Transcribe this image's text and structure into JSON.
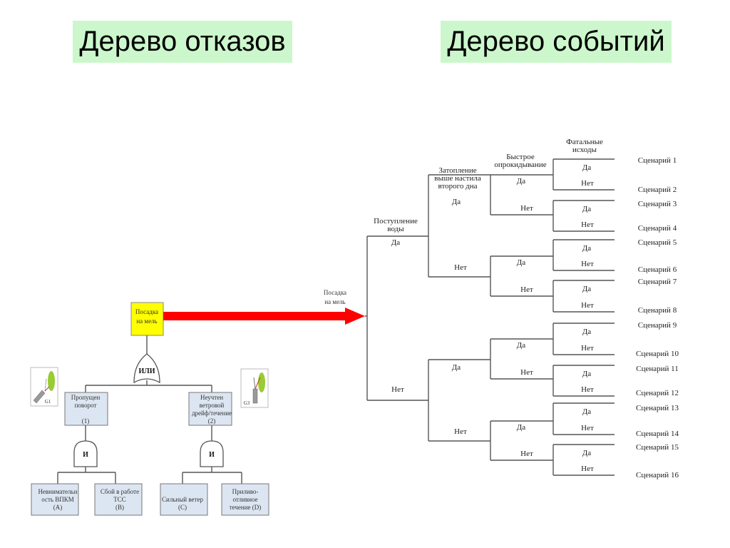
{
  "titles": {
    "fault_tree": "Дерево отказов",
    "event_tree": "Дерево событий"
  },
  "colors": {
    "title_bg": "#ccf7cc",
    "top_event_bg": "#ffff00",
    "arrow": "#ff0000",
    "event_box_bg": "#dce6f2",
    "icon_green": "#99cc33"
  },
  "fault_tree": {
    "top_event": [
      "Посадка",
      "на мель"
    ],
    "or_gate": "ИЛИ",
    "and_gate": "И",
    "intermediate": [
      {
        "lines": [
          "Пропущен",
          "поворот",
          "",
          "(1)"
        ],
        "icon_label": "G1"
      },
      {
        "lines": [
          "Неучтен",
          "ветровой",
          "дрейф/течение",
          "(2)"
        ],
        "icon_label": "G3"
      }
    ],
    "basic_events": [
      {
        "lines": [
          "Невнимательн",
          "ость ВПКМ",
          "(A)"
        ]
      },
      {
        "lines": [
          "Сбой в работе",
          "ТСС",
          "(B)"
        ]
      },
      {
        "lines": [
          "Сильный ветер",
          "(C)"
        ]
      },
      {
        "lines": [
          "Приливо-",
          "отливное",
          "течение (D)"
        ]
      }
    ]
  },
  "event_tree": {
    "initiating_event": [
      "Посадка",
      "на мель"
    ],
    "headers": [
      [
        "Поступление",
        "воды"
      ],
      [
        "Затопление",
        "выше настила",
        "второго дна"
      ],
      [
        "Быстрое",
        "опрокидывание"
      ],
      [
        "Фатальные",
        "исходы"
      ]
    ],
    "yes": "Да",
    "no": "Нет",
    "scenarios": [
      "Сценарий 1",
      "Сценарий 2",
      "Сценарий 3",
      "Сценарий 4",
      "Сценарий 5",
      "Сценарий 6",
      "Сценарий 7",
      "Сценарий 8",
      "Сценарий 9",
      "Сценарий 10",
      "Сценарий 11",
      "Сценарий 12",
      "Сценарий 13",
      "Сценарий 14",
      "Сценарий 15",
      "Сценарий 16"
    ]
  }
}
